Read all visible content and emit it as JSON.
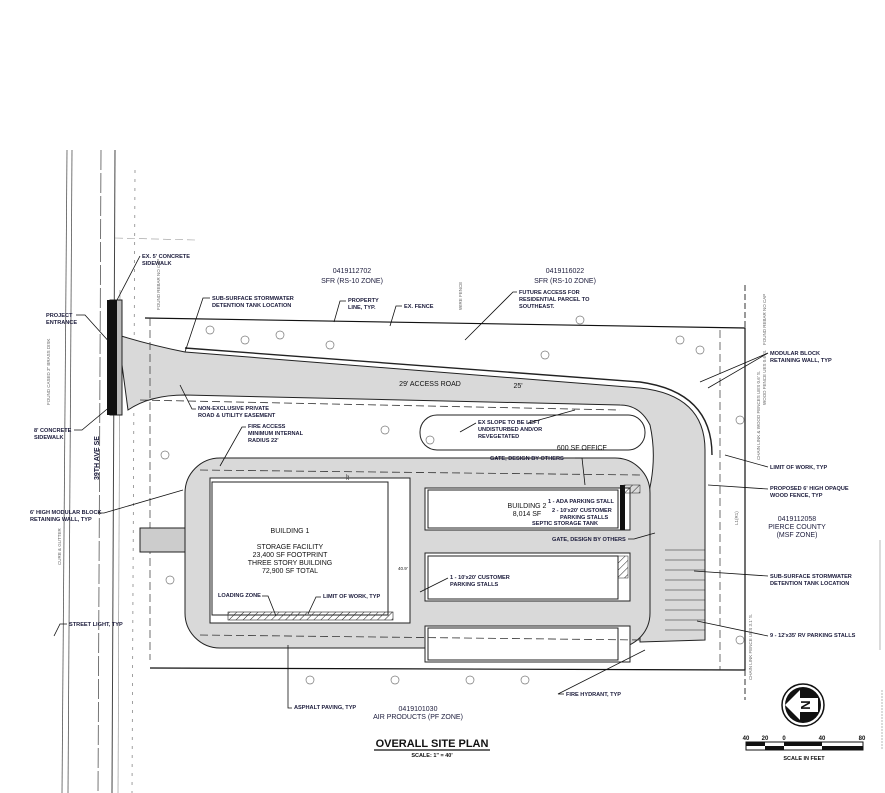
{
  "title": {
    "main": "OVERALL SITE PLAN",
    "scale": "SCALE: 1\" = 40'"
  },
  "street": {
    "name": "39TH AVE SE",
    "curb_note": "CURB & GUTTER"
  },
  "parcels": [
    {
      "id": "0419112702",
      "zone": "SFR (RS-10 ZONE)"
    },
    {
      "id": "0419116022",
      "zone": "SFR (RS-10 ZONE)"
    },
    {
      "id": "0419112058",
      "owner": "PIERCE COUNTY",
      "zone": "(MSF ZONE)"
    },
    {
      "id": "0419101030",
      "zone": "AIR PRODUCTS (PF ZONE)"
    }
  ],
  "buildings": {
    "building1": {
      "name": "BUILDING 1",
      "use": "STORAGE FACILITY",
      "footprint": "23,400 SF FOOTPRINT",
      "stories": "THREE STORY BUILDING",
      "total": "72,900 SF TOTAL"
    },
    "building2": {
      "name": "BUILDING 2",
      "area": "8,014 SF"
    },
    "office": "600 SF OFFICE"
  },
  "road": {
    "label": "29' ACCESS ROAD",
    "width_dim": "25'",
    "dim_40": "40.9'",
    "dim_22": "22'"
  },
  "callouts": {
    "sidewalk_ex": [
      "EX. 5' CONCRETE",
      "SIDEWALK"
    ],
    "stormwater_1": [
      "SUB-SURFACE STORMWATER",
      "DETENTION TANK LOCATION"
    ],
    "project_entrance": [
      "PROJECT",
      "ENTRANCE"
    ],
    "property_line": [
      "PROPERTY",
      "LINE, TYP."
    ],
    "ex_fence": "EX. FENCE",
    "future_access": [
      "FUTURE ACCESS FOR",
      "RESIDENTIAL PARCEL TO",
      "SOUTHEAST."
    ],
    "modular_wall": [
      "MODULAR BLOCK",
      "RETAINING WALL, TYP"
    ],
    "easement": [
      "NON-EXCLUSIVE PRIVATE",
      "ROAD & UTILITY EASEMENT"
    ],
    "sidewalk_8": [
      "8' CONCRETE",
      "SIDEWALK"
    ],
    "fire_access": [
      "FIRE ACCESS",
      "MINIMUM INTERNAL",
      "RADIUS 22'"
    ],
    "ex_slope": [
      "EX SLOPE TO BE LEFT",
      "UNDISTURBED AND/OR",
      "REVEGETATED"
    ],
    "gate_1": "GATE, DESIGN BY OTHERS",
    "limit_work_1": "LIMIT OF WORK, TYP",
    "wood_fence": [
      "PROPOSED 6' HIGH OPAQUE",
      "WOOD FENCE, TYP"
    ],
    "ada_stall": "1 - ADA PARKING STALL",
    "customer_2": [
      "2 - 10'x20' CUSTOMER",
      "PARKING STALLS"
    ],
    "septic": "SEPTIC STORAGE TANK",
    "retaining_6": [
      "6' HIGH MODULAR BLOCK",
      "RETAINING WALL, TYP"
    ],
    "gate_2": "GATE, DESIGN BY OTHERS",
    "stormwater_2": [
      "SUB-SURFACE STORMWATER",
      "DETENTION TANK LOCATION"
    ],
    "customer_1": [
      "1 - 10'x20' CUSTOMER",
      "PARKING STALLS"
    ],
    "loading_zone": "LOADING ZONE",
    "limit_work_2": "LIMIT OF WORK, TYP",
    "street_light": "STREET LIGHT, TYP",
    "rv_stalls": "9 - 12'x35' RV PARKING STALLS",
    "fire_hydrant": "FIRE HYDRANT, TYP",
    "asphalt": "ASPHALT PAVING, TYP"
  },
  "survey_notes": {
    "rebar_top": "FOUND REBAR NO CAP",
    "wood_fence_ues": "WOOD FENCE UES 0.6' S.",
    "chain_link": "CHAIN LINK & WOOD FENCES UES 0.6' S.",
    "chain_link_bottom": "CHAIN LINK FENCE UES 3.1' S.",
    "found_cased": "FOUND CASED 3\" BRASS DISK",
    "wire_fence": "WIRE FENCE",
    "line_label": "L1(R1)"
  },
  "scale_bar": {
    "ticks": [
      "40",
      "20",
      "0",
      "40",
      "80"
    ],
    "label": "SCALE IN FEET"
  },
  "north_arrow": "N",
  "colors": {
    "pavement": "#d9d9d9",
    "label": "#1c1c3c",
    "line": "#222222"
  }
}
